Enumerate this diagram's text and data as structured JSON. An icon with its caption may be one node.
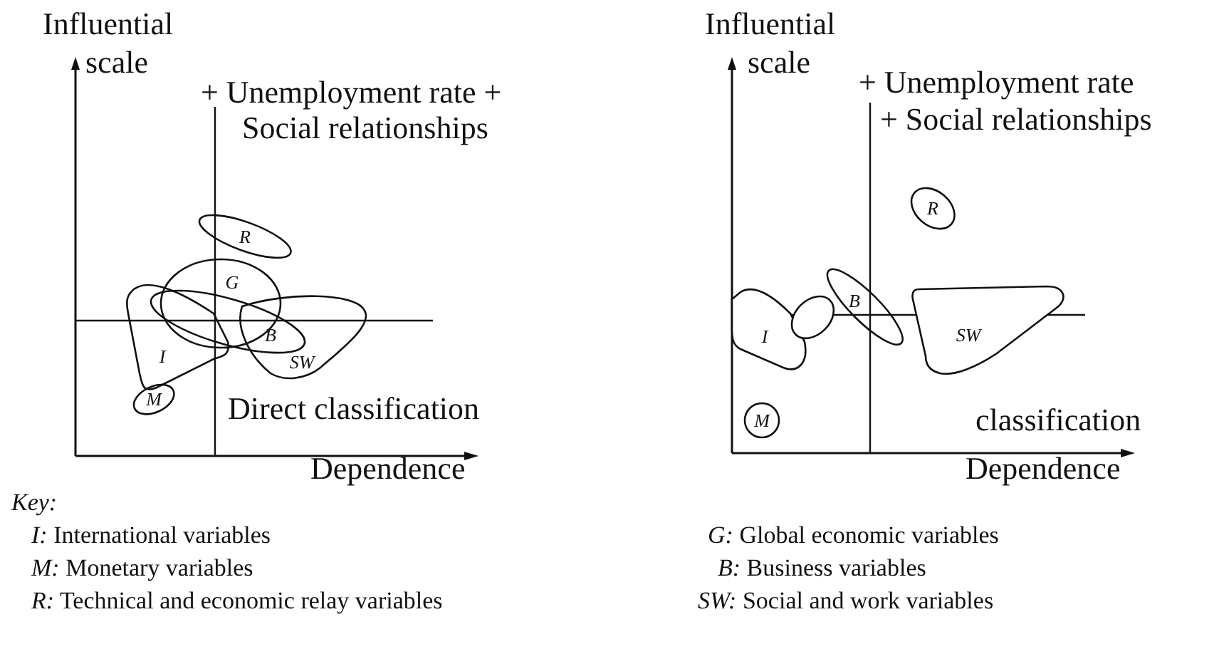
{
  "diagram": {
    "nodes": [
      {
        "text": [
          "R"
        ]
      },
      {
        "text": [
          "G"
        ]
      },
      {
        "text": [
          "I"
        ]
      },
      {
        "text": [
          "B"
        ]
      },
      {
        "text": [
          "SW"
        ]
      },
      {
        "text": [
          "M"
        ]
      },
      {
        "text": [
          "R"
        ]
      },
      {
        "text": [
          "I"
        ]
      },
      {
        "text": [],
        "shape": "ellipse"
      },
      {
        "text": [
          "B"
        ]
      },
      {
        "text": [
          "SW"
        ]
      },
      {
        "text": [
          "M"
        ]
      }
    ],
    "labels": [
      "Influential",
      "scale",
      "+ Unemployment rate +",
      "Social relationships",
      "Direct classification",
      "Dependence",
      "Influential",
      "scale",
      "+ Unemployment rate",
      "+ Social relationships",
      "classification",
      "Dependence",
      "Key:",
      "*I:* International variables",
      "*M:* Monetary variables",
      "*R:* Technical and economic relay variables",
      "*G:* Global economic variables",
      "*B:* Business variables",
      "*SW:* Social and work variables"
    ]
  }
}
